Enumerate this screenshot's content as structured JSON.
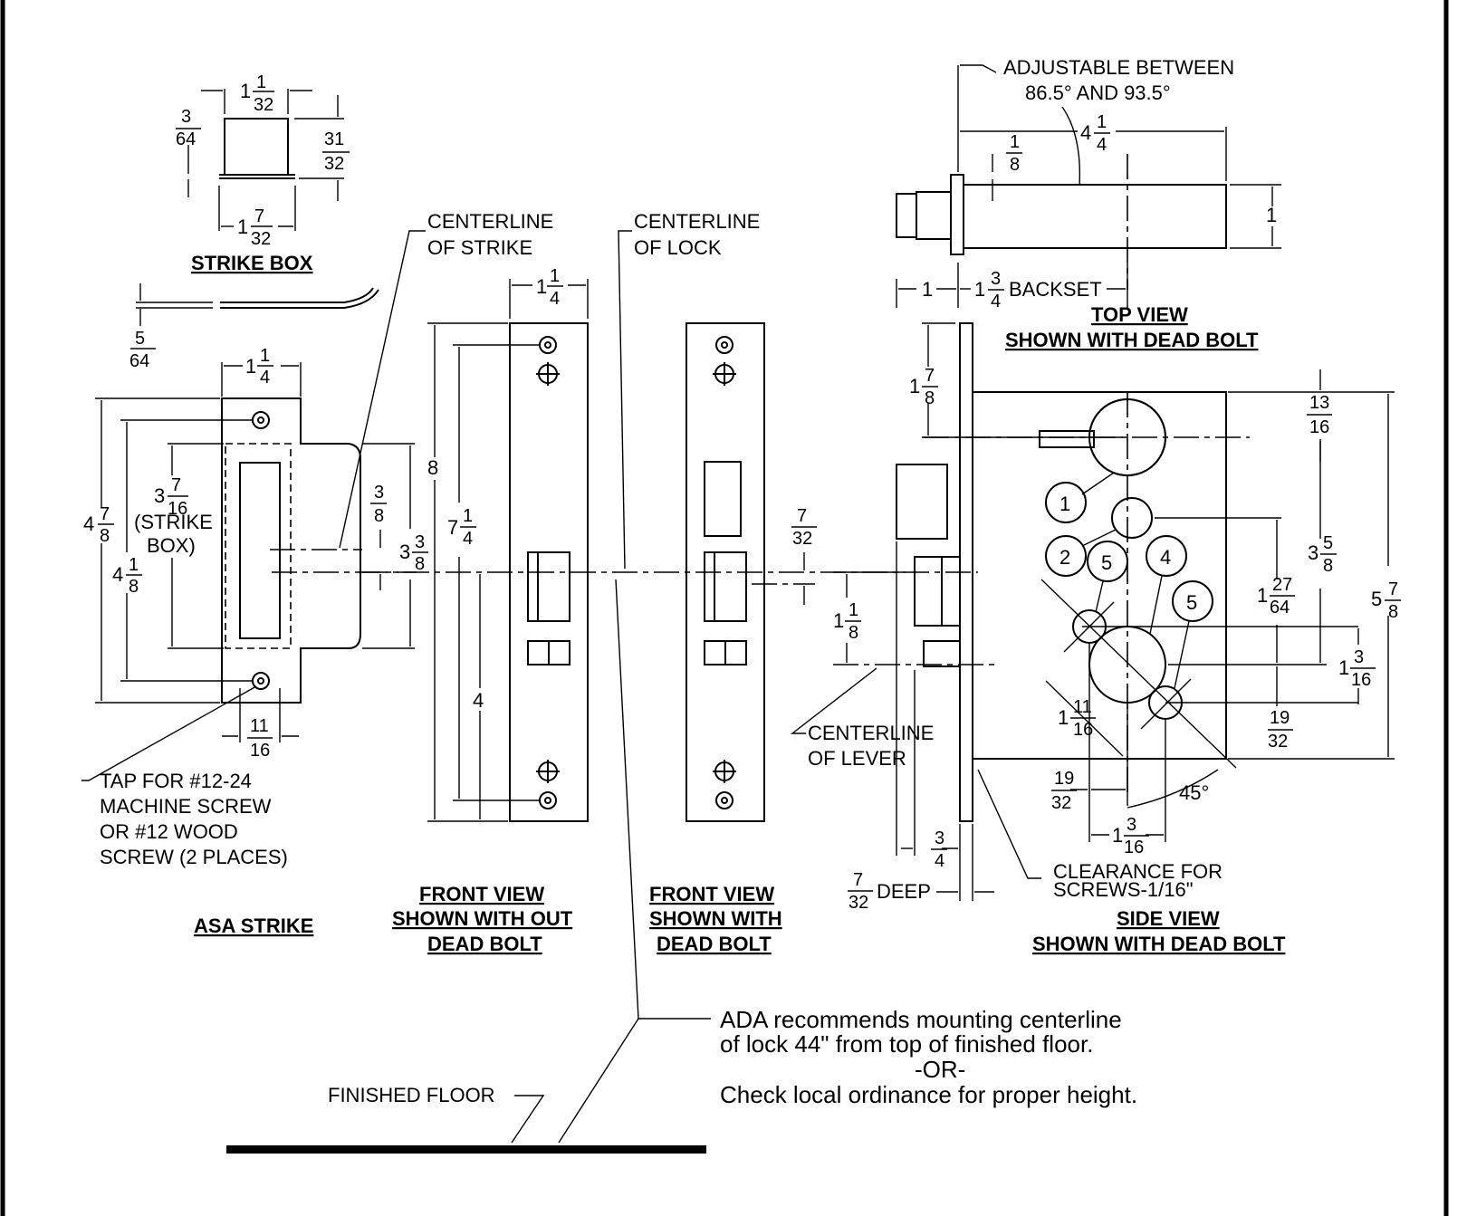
{
  "titles": {
    "strike_box": "STRIKE BOX",
    "asa_strike": "ASA STRIKE",
    "front_view_without_1": "FRONT  VIEW",
    "front_view_without_2": "SHOWN WITH OUT",
    "front_view_without_3": "DEAD BOLT",
    "front_view_with_1": "FRONT  VIEW",
    "front_view_with_2": "SHOWN WITH",
    "front_view_with_3": "DEAD BOLT",
    "top_view_1": "TOP VIEW",
    "top_view_2": "SHOWN WITH DEAD BOLT",
    "side_view_1": "SIDE VIEW",
    "side_view_2": "SHOWN WITH DEAD BOLT"
  },
  "labels": {
    "centerline_strike_1": "CENTERLINE",
    "centerline_strike_2": "OF STRIKE",
    "centerline_lock_1": "CENTERLINE",
    "centerline_lock_2": "OF LOCK",
    "centerline_lever_1": "CENTERLINE",
    "centerline_lever_2": "OF LEVER",
    "adjustable_1": "ADJUSTABLE BETWEEN",
    "adjustable_2": "86.5° AND 93.5°",
    "backset": "BACKSET",
    "deep": "DEEP",
    "clearance_1": "CLEARANCE FOR",
    "clearance_2": "SCREWS-1/16\"",
    "tap_1": "TAP FOR #12-24",
    "tap_2": "MACHINE SCREW",
    "tap_3": "OR #12 WOOD",
    "tap_4": "SCREW (2 PLACES)",
    "strike_box_paren_1": "(STRIKE",
    "strike_box_paren_2": "BOX)",
    "finished_floor": "FINISHED FLOOR",
    "angle_45": "45°"
  },
  "note": {
    "line1": "ADA recommends mounting centerline",
    "line2": "of lock 44\" from top of finished floor.",
    "line3": "-OR-",
    "line4": "Check local ordinance for proper height."
  },
  "balloons": [
    "1",
    "2",
    "5",
    "4",
    "5"
  ],
  "dims": {
    "w": "1",
    "n": "1",
    "n2": "3",
    "n3": "4",
    "n4": "5",
    "n5": "7",
    "n8": "8",
    "d1_32": "32",
    "d16": "16",
    "d8": "8",
    "d4": "4",
    "d64": "64",
    "n13": "13",
    "n11": "11",
    "n19": "19",
    "n27": "27",
    "n31": "31"
  }
}
